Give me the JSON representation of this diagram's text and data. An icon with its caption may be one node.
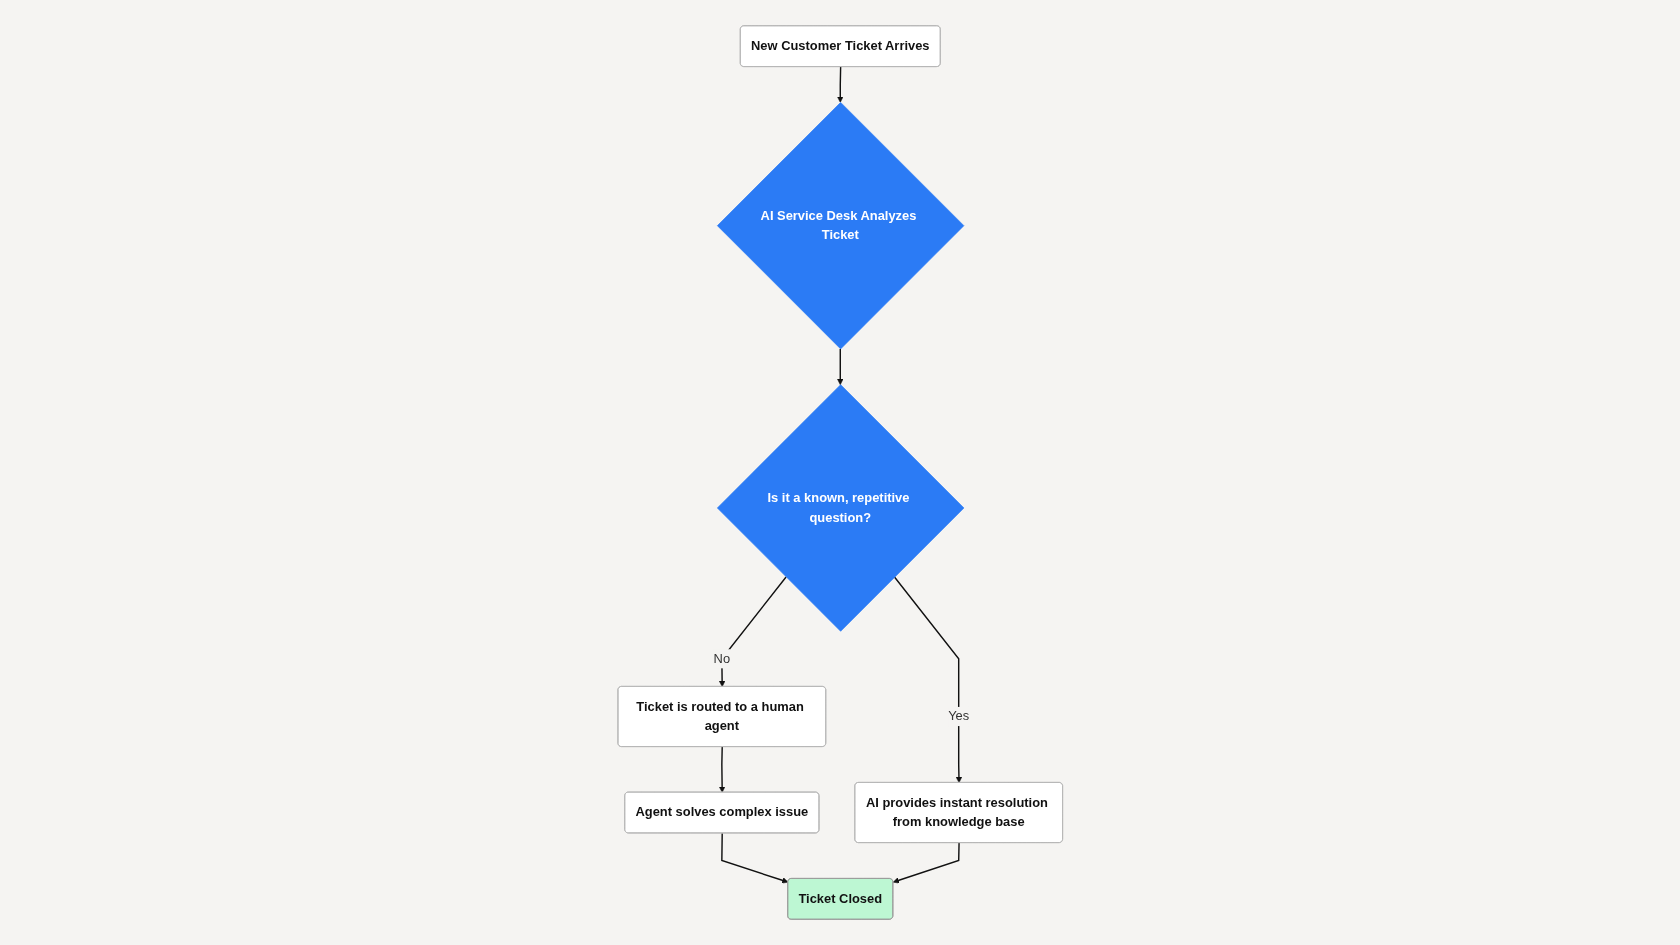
{
  "diagram": {
    "nodes": [
      {
        "text": [
          "New Customer Ticket Arrives"
        ]
      },
      {
        "text": [
          "AI Service Desk Analyzes Ticket"
        ]
      },
      {
        "text": [
          "Is it a known, repetitive question?"
        ]
      },
      {
        "text": [
          "Ticket is routed to a human agent"
        ]
      },
      {
        "text": [
          "Agent solves complex issue"
        ]
      },
      {
        "text": [
          "AI provides instant resolution from knowledge base"
        ]
      },
      {
        "text": [
          "Ticket Closed"
        ]
      }
    ],
    "edges": [
      {
        "from": 0,
        "to": 1,
        "arrow": "to"
      },
      {
        "from": 1,
        "to": 2,
        "arrow": "to"
      },
      {
        "from": 2,
        "to": 3,
        "label": "No",
        "arrow": "to"
      },
      {
        "from": 3,
        "to": 4,
        "arrow": "to"
      },
      {
        "from": 4,
        "to": 6,
        "arrow": "to"
      },
      {
        "from": 2,
        "to": 5,
        "label": "Yes",
        "arrow": "to"
      },
      {
        "from": 5,
        "to": 6,
        "arrow": "to"
      }
    ]
  }
}
